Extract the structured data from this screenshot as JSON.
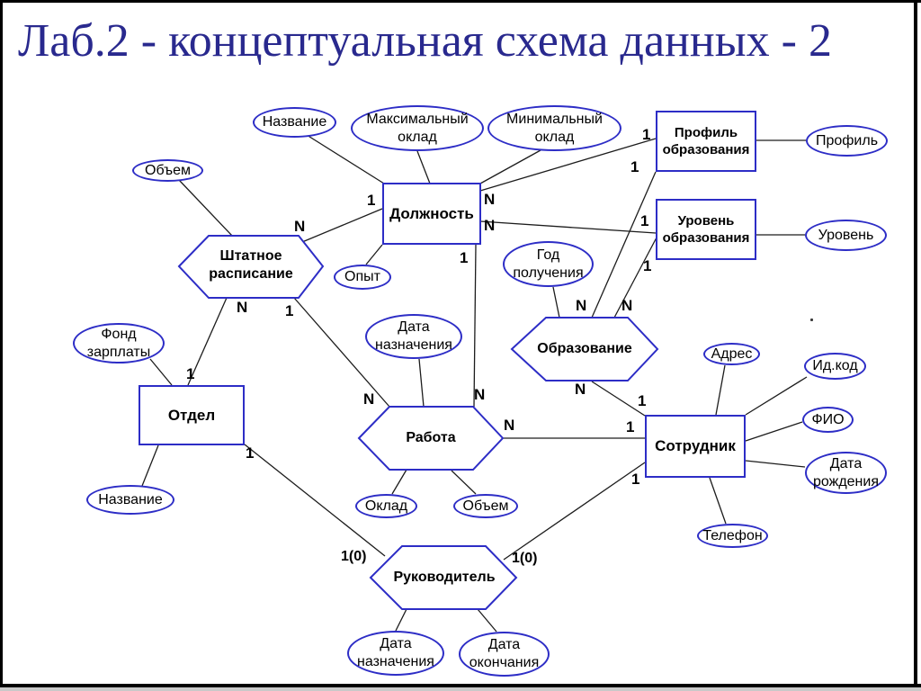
{
  "title": "Лаб.2 - концептуальная схема данных - 2",
  "colors": {
    "shape_border": "#2d2dc6",
    "connector": "#1c1c1c",
    "title_text": "#29298e",
    "shape_text": "#000000"
  },
  "entities": {
    "dolzhnost": {
      "label": "Должность"
    },
    "profil_obrazovaniya": {
      "label": "Профиль\nобразования"
    },
    "uroven_obrazovaniya": {
      "label": "Уровень\nобразования"
    },
    "otdel": {
      "label": "Отдел"
    },
    "sotrudnik": {
      "label": "Сотрудник"
    }
  },
  "relationships": {
    "shtatnoe_raspisanie": {
      "label": "Штатное\nрасписание"
    },
    "obrazovanie": {
      "label": "Образование"
    },
    "rabota": {
      "label": "Работа"
    },
    "rukovoditel": {
      "label": "Руководитель"
    }
  },
  "attributes": {
    "nazvanie_dolzhnosti": {
      "label": "Название"
    },
    "maksimalnyj_oklad": {
      "label": "Максимальный\nоклад"
    },
    "minimalnyj_oklad": {
      "label": "Минимальный\nоклад"
    },
    "obem_shtatnogo": {
      "label": "Объем"
    },
    "opyt": {
      "label": "Опыт"
    },
    "god_polucheniya": {
      "label": "Год\nполучения"
    },
    "profil": {
      "label": "Профиль"
    },
    "uroven": {
      "label": "Уровень"
    },
    "fond_zarplaty": {
      "label": "Фонд\nзарплаты"
    },
    "data_naznacheniya_raboty": {
      "label": "Дата\nназначения"
    },
    "adres": {
      "label": "Адрес"
    },
    "id_kod": {
      "label": "Ид.код"
    },
    "fio": {
      "label": "ФИО"
    },
    "data_rozhdeniya": {
      "label": "Дата\nрождения"
    },
    "nazvanie_otdela": {
      "label": "Название"
    },
    "oklad": {
      "label": "Оклад"
    },
    "obem_raboty": {
      "label": "Объем"
    },
    "telefon": {
      "label": "Телефон"
    },
    "data_naznacheniya_rukovoditelya": {
      "label": "Дата\nназначения"
    },
    "data_okonchaniya": {
      "label": "Дата\nокончания"
    }
  },
  "cardinalities": {
    "dolzhnost_shtatnoe": "1",
    "shtatnoe_dolzhnost": "N",
    "shtatnoe_otdel": "N",
    "otdel_shtatnoe": "1",
    "shtatnoe_rabota": "1",
    "rabota_shtatnoe": "N",
    "dolzhnost_rabota": "1",
    "rabota_dolzhnost": "N",
    "dolzhnost_profil": "N",
    "profil_dolzhnost": "1",
    "dolzhnost_uroven": "N",
    "uroven_dolzhnost": "1",
    "profil_obrazovanie": "1",
    "obrazovanie_profil": "N",
    "uroven_obrazovanie": "1",
    "obrazovanie_uroven": "N",
    "obrazovanie_sotrudnik": "N",
    "sotrudnik_obrazovanie": "1",
    "rabota_sotrudnik": "N",
    "sotrudnik_rabota": "1",
    "otdel_rukovoditel": "1",
    "rukovoditel_otdel": "1(0)",
    "sotrudnik_rukovoditel": "1",
    "rukovoditel_sotrudnik": "1(0)"
  }
}
